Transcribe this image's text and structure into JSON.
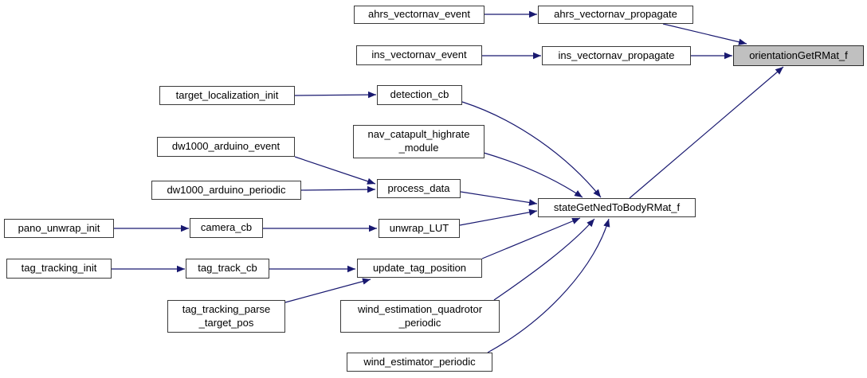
{
  "graph": {
    "type": "call-graph",
    "focus_node": "orientationGetRMat_f",
    "colors": {
      "background": "#ffffff",
      "edge": "#191970",
      "node_fill": "#ffffff",
      "focus_node_fill": "#c0c0c0",
      "node_border": "#3a3a3a",
      "text": "#000000"
    },
    "nodes": [
      {
        "id": "ahrs_vectornav_event",
        "label": "ahrs_vectornav_event"
      },
      {
        "id": "ahrs_vectornav_propagate",
        "label": "ahrs_vectornav_propagate"
      },
      {
        "id": "ins_vectornav_event",
        "label": "ins_vectornav_event"
      },
      {
        "id": "ins_vectornav_propagate",
        "label": "ins_vectornav_propagate"
      },
      {
        "id": "orientationGetRMat_f",
        "label": "orientationGetRMat_f"
      },
      {
        "id": "target_localization_init",
        "label": "target_localization_init"
      },
      {
        "id": "detection_cb",
        "label": "detection_cb"
      },
      {
        "id": "nav_catapult_highrate_module",
        "label": "nav_catapult_highrate\n_module"
      },
      {
        "id": "dw1000_arduino_event",
        "label": "dw1000_arduino_event"
      },
      {
        "id": "dw1000_arduino_periodic",
        "label": "dw1000_arduino_periodic"
      },
      {
        "id": "process_data",
        "label": "process_data"
      },
      {
        "id": "stateGetNedToBodyRMat_f",
        "label": "stateGetNedToBodyRMat_f"
      },
      {
        "id": "pano_unwrap_init",
        "label": "pano_unwrap_init"
      },
      {
        "id": "camera_cb",
        "label": "camera_cb"
      },
      {
        "id": "unwrap_LUT",
        "label": "unwrap_LUT"
      },
      {
        "id": "tag_tracking_init",
        "label": "tag_tracking_init"
      },
      {
        "id": "tag_track_cb",
        "label": "tag_track_cb"
      },
      {
        "id": "update_tag_position",
        "label": "update_tag_position"
      },
      {
        "id": "tag_tracking_parse_target_pos",
        "label": "tag_tracking_parse\n_target_pos"
      },
      {
        "id": "wind_estimation_quadrotor_periodic",
        "label": "wind_estimation_quadrotor\n_periodic"
      },
      {
        "id": "wind_estimator_periodic",
        "label": "wind_estimator_periodic"
      }
    ],
    "edges": [
      {
        "from": "ahrs_vectornav_event",
        "to": "ahrs_vectornav_propagate"
      },
      {
        "from": "ahrs_vectornav_propagate",
        "to": "orientationGetRMat_f"
      },
      {
        "from": "ins_vectornav_event",
        "to": "ins_vectornav_propagate"
      },
      {
        "from": "ins_vectornav_propagate",
        "to": "orientationGetRMat_f"
      },
      {
        "from": "target_localization_init",
        "to": "detection_cb"
      },
      {
        "from": "detection_cb",
        "to": "stateGetNedToBodyRMat_f"
      },
      {
        "from": "nav_catapult_highrate_module",
        "to": "stateGetNedToBodyRMat_f"
      },
      {
        "from": "dw1000_arduino_event",
        "to": "process_data"
      },
      {
        "from": "dw1000_arduino_periodic",
        "to": "process_data"
      },
      {
        "from": "process_data",
        "to": "stateGetNedToBodyRMat_f"
      },
      {
        "from": "pano_unwrap_init",
        "to": "camera_cb"
      },
      {
        "from": "camera_cb",
        "to": "unwrap_LUT"
      },
      {
        "from": "unwrap_LUT",
        "to": "stateGetNedToBodyRMat_f"
      },
      {
        "from": "tag_tracking_init",
        "to": "tag_track_cb"
      },
      {
        "from": "tag_track_cb",
        "to": "update_tag_position"
      },
      {
        "from": "tag_tracking_parse_target_pos",
        "to": "update_tag_position"
      },
      {
        "from": "update_tag_position",
        "to": "stateGetNedToBodyRMat_f"
      },
      {
        "from": "wind_estimation_quadrotor_periodic",
        "to": "stateGetNedToBodyRMat_f"
      },
      {
        "from": "wind_estimator_periodic",
        "to": "stateGetNedToBodyRMat_f"
      },
      {
        "from": "stateGetNedToBodyRMat_f",
        "to": "orientationGetRMat_f"
      }
    ]
  }
}
